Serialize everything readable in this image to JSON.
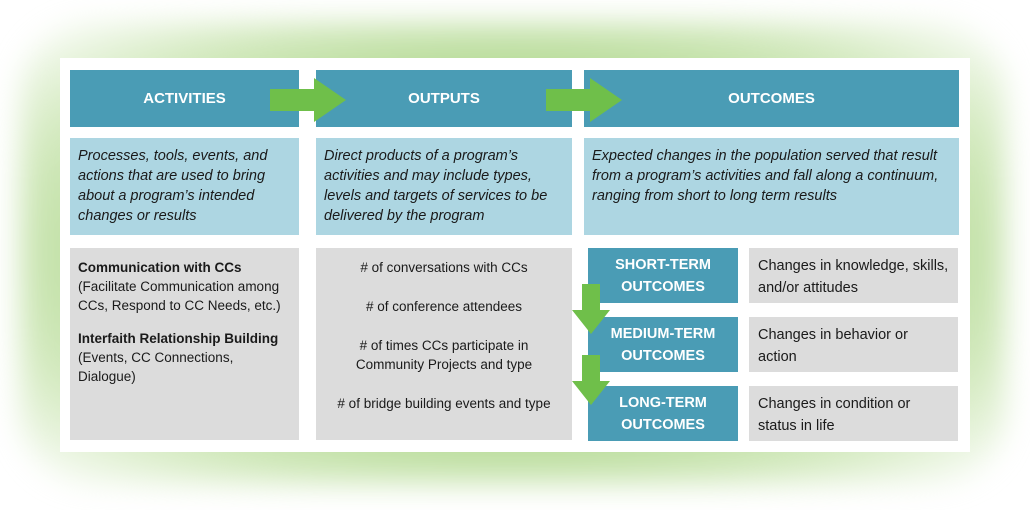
{
  "headers": {
    "activities": "ACTIVITIES",
    "outputs": "OUTPUTS",
    "outcomes": "OUTCOMES"
  },
  "descriptions": {
    "activities": "Processes, tools, events, and actions that are used to bring about a program’s intended changes or results",
    "outputs": "Direct products of a program’s activities and may include types, levels and targets of services to be delivered by the program",
    "outcomes": "Expected changes in the population served that result from a program’s activities and fall along a continuum, ranging from short to long term results"
  },
  "activities_items": [
    {
      "title": "Communication with CCs",
      "detail": "(Facilitate Communication among CCs, Respond to CC Needs, etc.)"
    },
    {
      "title": "Interfaith Relationship Building",
      "detail": "(Events, CC Connections, Dialogue)"
    }
  ],
  "outputs_items": [
    "# of conversations with CCs",
    "# of conference attendees",
    "# of times CCs participate in Community Projects and type",
    "# of bridge building events and type"
  ],
  "outcome_terms": [
    {
      "term": "SHORT-TERM",
      "suffix": "OUTCOMES",
      "result": "Changes in knowledge, skills, and/or attitudes"
    },
    {
      "term": "MEDIUM-TERM",
      "suffix": "OUTCOMES",
      "result": "Changes in behavior or action"
    },
    {
      "term": "LONG-TERM",
      "suffix": "OUTCOMES",
      "result": "Changes in condition or status in life"
    }
  ],
  "colors": {
    "header": "#4a9cb5",
    "description": "#add6e2",
    "grey": "#dcdcdc",
    "arrow": "#6fbf4a",
    "glow": "#a9d484"
  }
}
